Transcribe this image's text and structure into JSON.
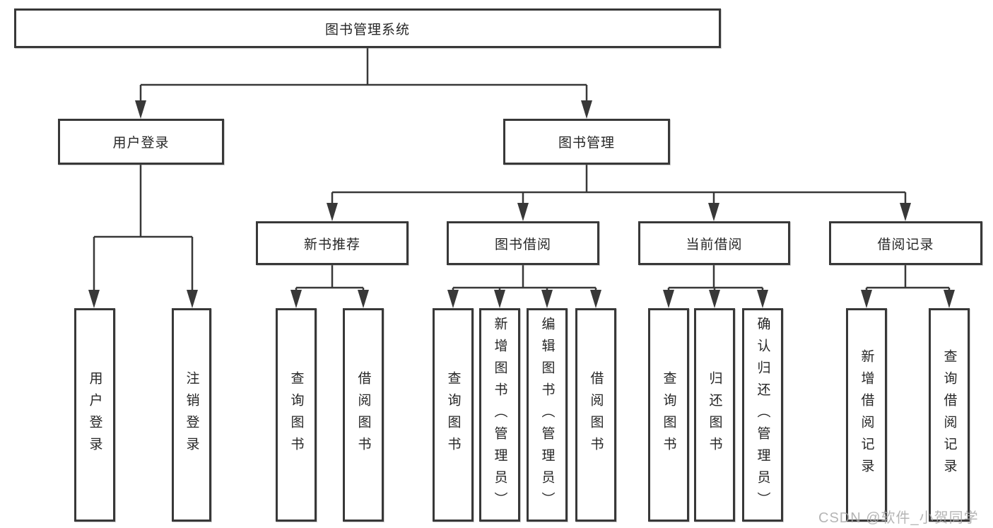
{
  "tree": {
    "label": "图书管理系统",
    "children": [
      {
        "label": "用户登录",
        "children": [
          {
            "label": "用户登录"
          },
          {
            "label": "注销登录"
          }
        ]
      },
      {
        "label": "图书管理",
        "children": [
          {
            "label": "新书推荐",
            "children": [
              {
                "label": "查询图书"
              },
              {
                "label": "借阅图书"
              }
            ]
          },
          {
            "label": "图书借阅",
            "children": [
              {
                "label": "查询图书"
              },
              {
                "label": "新增图书（管理员）"
              },
              {
                "label": "编辑图书（管理员）"
              },
              {
                "label": "借阅图书"
              }
            ]
          },
          {
            "label": "当前借阅",
            "children": [
              {
                "label": "查询图书"
              },
              {
                "label": "归还图书"
              },
              {
                "label": "确认归还（管理员）"
              }
            ]
          },
          {
            "label": "借阅记录",
            "children": [
              {
                "label": "新增借阅记录"
              },
              {
                "label": "查询借阅记录"
              }
            ]
          }
        ]
      }
    ]
  },
  "watermark": {
    "text": "CSDN @软件_小贺同学"
  },
  "colors": {
    "line": "#383838",
    "box_border": "#383838",
    "text": "#262626",
    "watermark": "#a8a8a8",
    "background": "#ffffff"
  }
}
